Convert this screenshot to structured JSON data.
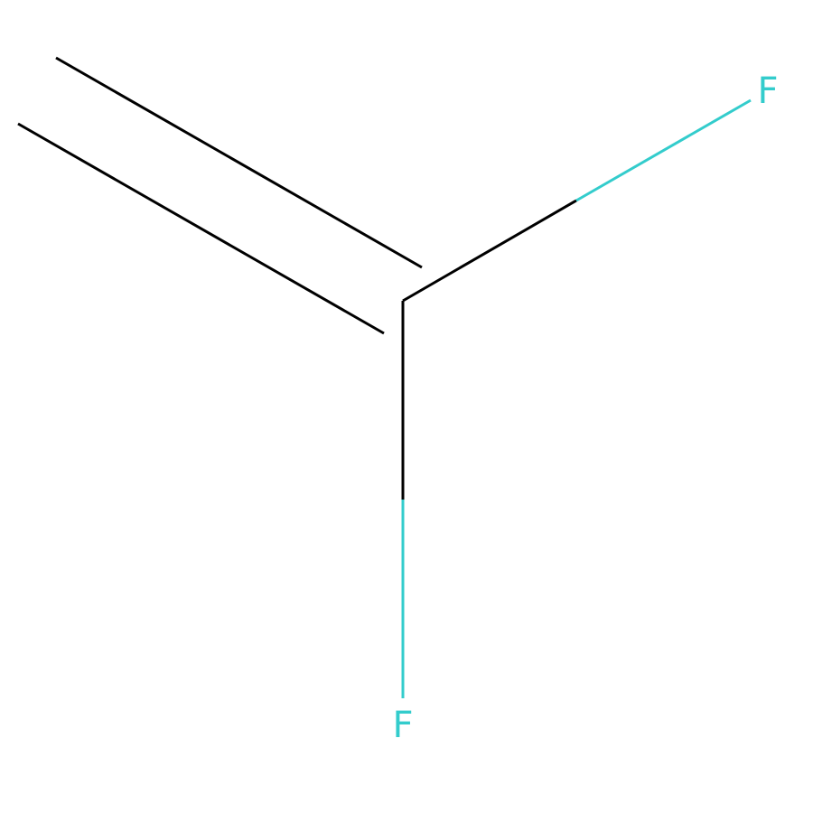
{
  "molecule": {
    "atoms": [
      {
        "id": "f_upper",
        "symbol": "F"
      },
      {
        "id": "f_lower",
        "symbol": "F"
      }
    ],
    "bonds": [
      {
        "id": "c_c_double",
        "order": 2
      },
      {
        "id": "c_f_upper",
        "order": 1
      },
      {
        "id": "c_f_lower",
        "order": 1
      }
    ]
  },
  "colors": {
    "bond": "#000000",
    "fluorine": "#33CCCC",
    "background": "#FFFFFF"
  }
}
